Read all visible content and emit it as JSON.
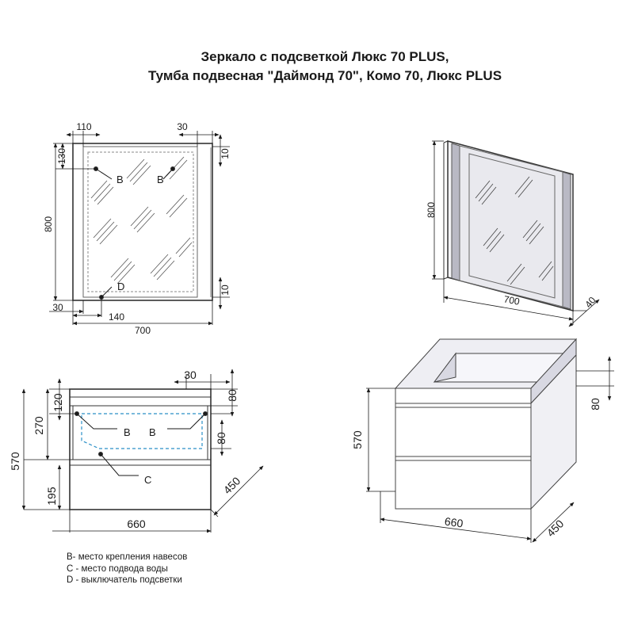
{
  "title": {
    "line1": "Зеркало с подсветкой Люкс 70 PLUS,",
    "line2": "Тумба подвесная \"Даймонд 70\", Комо 70, Люкс PLUS"
  },
  "mirror_front": {
    "dims": {
      "top_left": "110",
      "top_right": "30",
      "left_top": "130",
      "right_top": "10",
      "height": "800",
      "right_bottom": "10",
      "bottom_left": "30",
      "bottom_offset": "140",
      "width": "700"
    },
    "markers": {
      "b1": "B",
      "b2": "B",
      "d": "D"
    }
  },
  "mirror_iso": {
    "dims": {
      "height": "800",
      "width": "700",
      "depth": "40"
    }
  },
  "cabinet_front": {
    "dims": {
      "top_right": "30",
      "top_offset": "120",
      "top_thickness": "80",
      "upper": "270",
      "total": "570",
      "inner": "80",
      "lower": "195",
      "depth": "450",
      "width": "660"
    },
    "markers": {
      "b1": "B",
      "b2": "B",
      "c": "C"
    }
  },
  "cabinet_iso": {
    "dims": {
      "height": "570",
      "top_thickness": "80",
      "width": "660",
      "depth": "450"
    }
  },
  "legend": [
    "B- место крепления навесов",
    "С - место подвода воды",
    "D - выключатель подсветки"
  ]
}
